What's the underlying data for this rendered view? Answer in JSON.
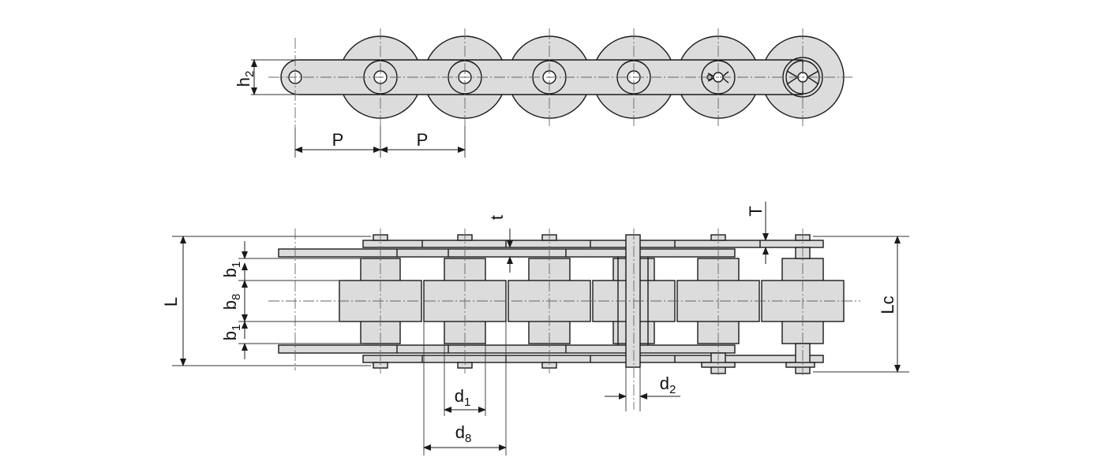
{
  "diagram": {
    "labels": {
      "h2": {
        "main": "h",
        "sub": "2"
      },
      "p_first": "P",
      "p_second": "P",
      "t_small": "t",
      "t_large": "T",
      "l": "L",
      "lc": "Lc",
      "b1_top": {
        "main": "b",
        "sub": "1"
      },
      "b8": {
        "main": "b",
        "sub": "8"
      },
      "b1_bottom": {
        "main": "b",
        "sub": "1"
      },
      "d1": {
        "main": "d",
        "sub": "1"
      },
      "d2": {
        "main": "d",
        "sub": "2"
      },
      "d8": {
        "main": "d",
        "sub": "8"
      }
    },
    "colors": {
      "fill": "#dcdcdc",
      "stroke": "#1a1a1a",
      "background": "#ffffff"
    }
  }
}
